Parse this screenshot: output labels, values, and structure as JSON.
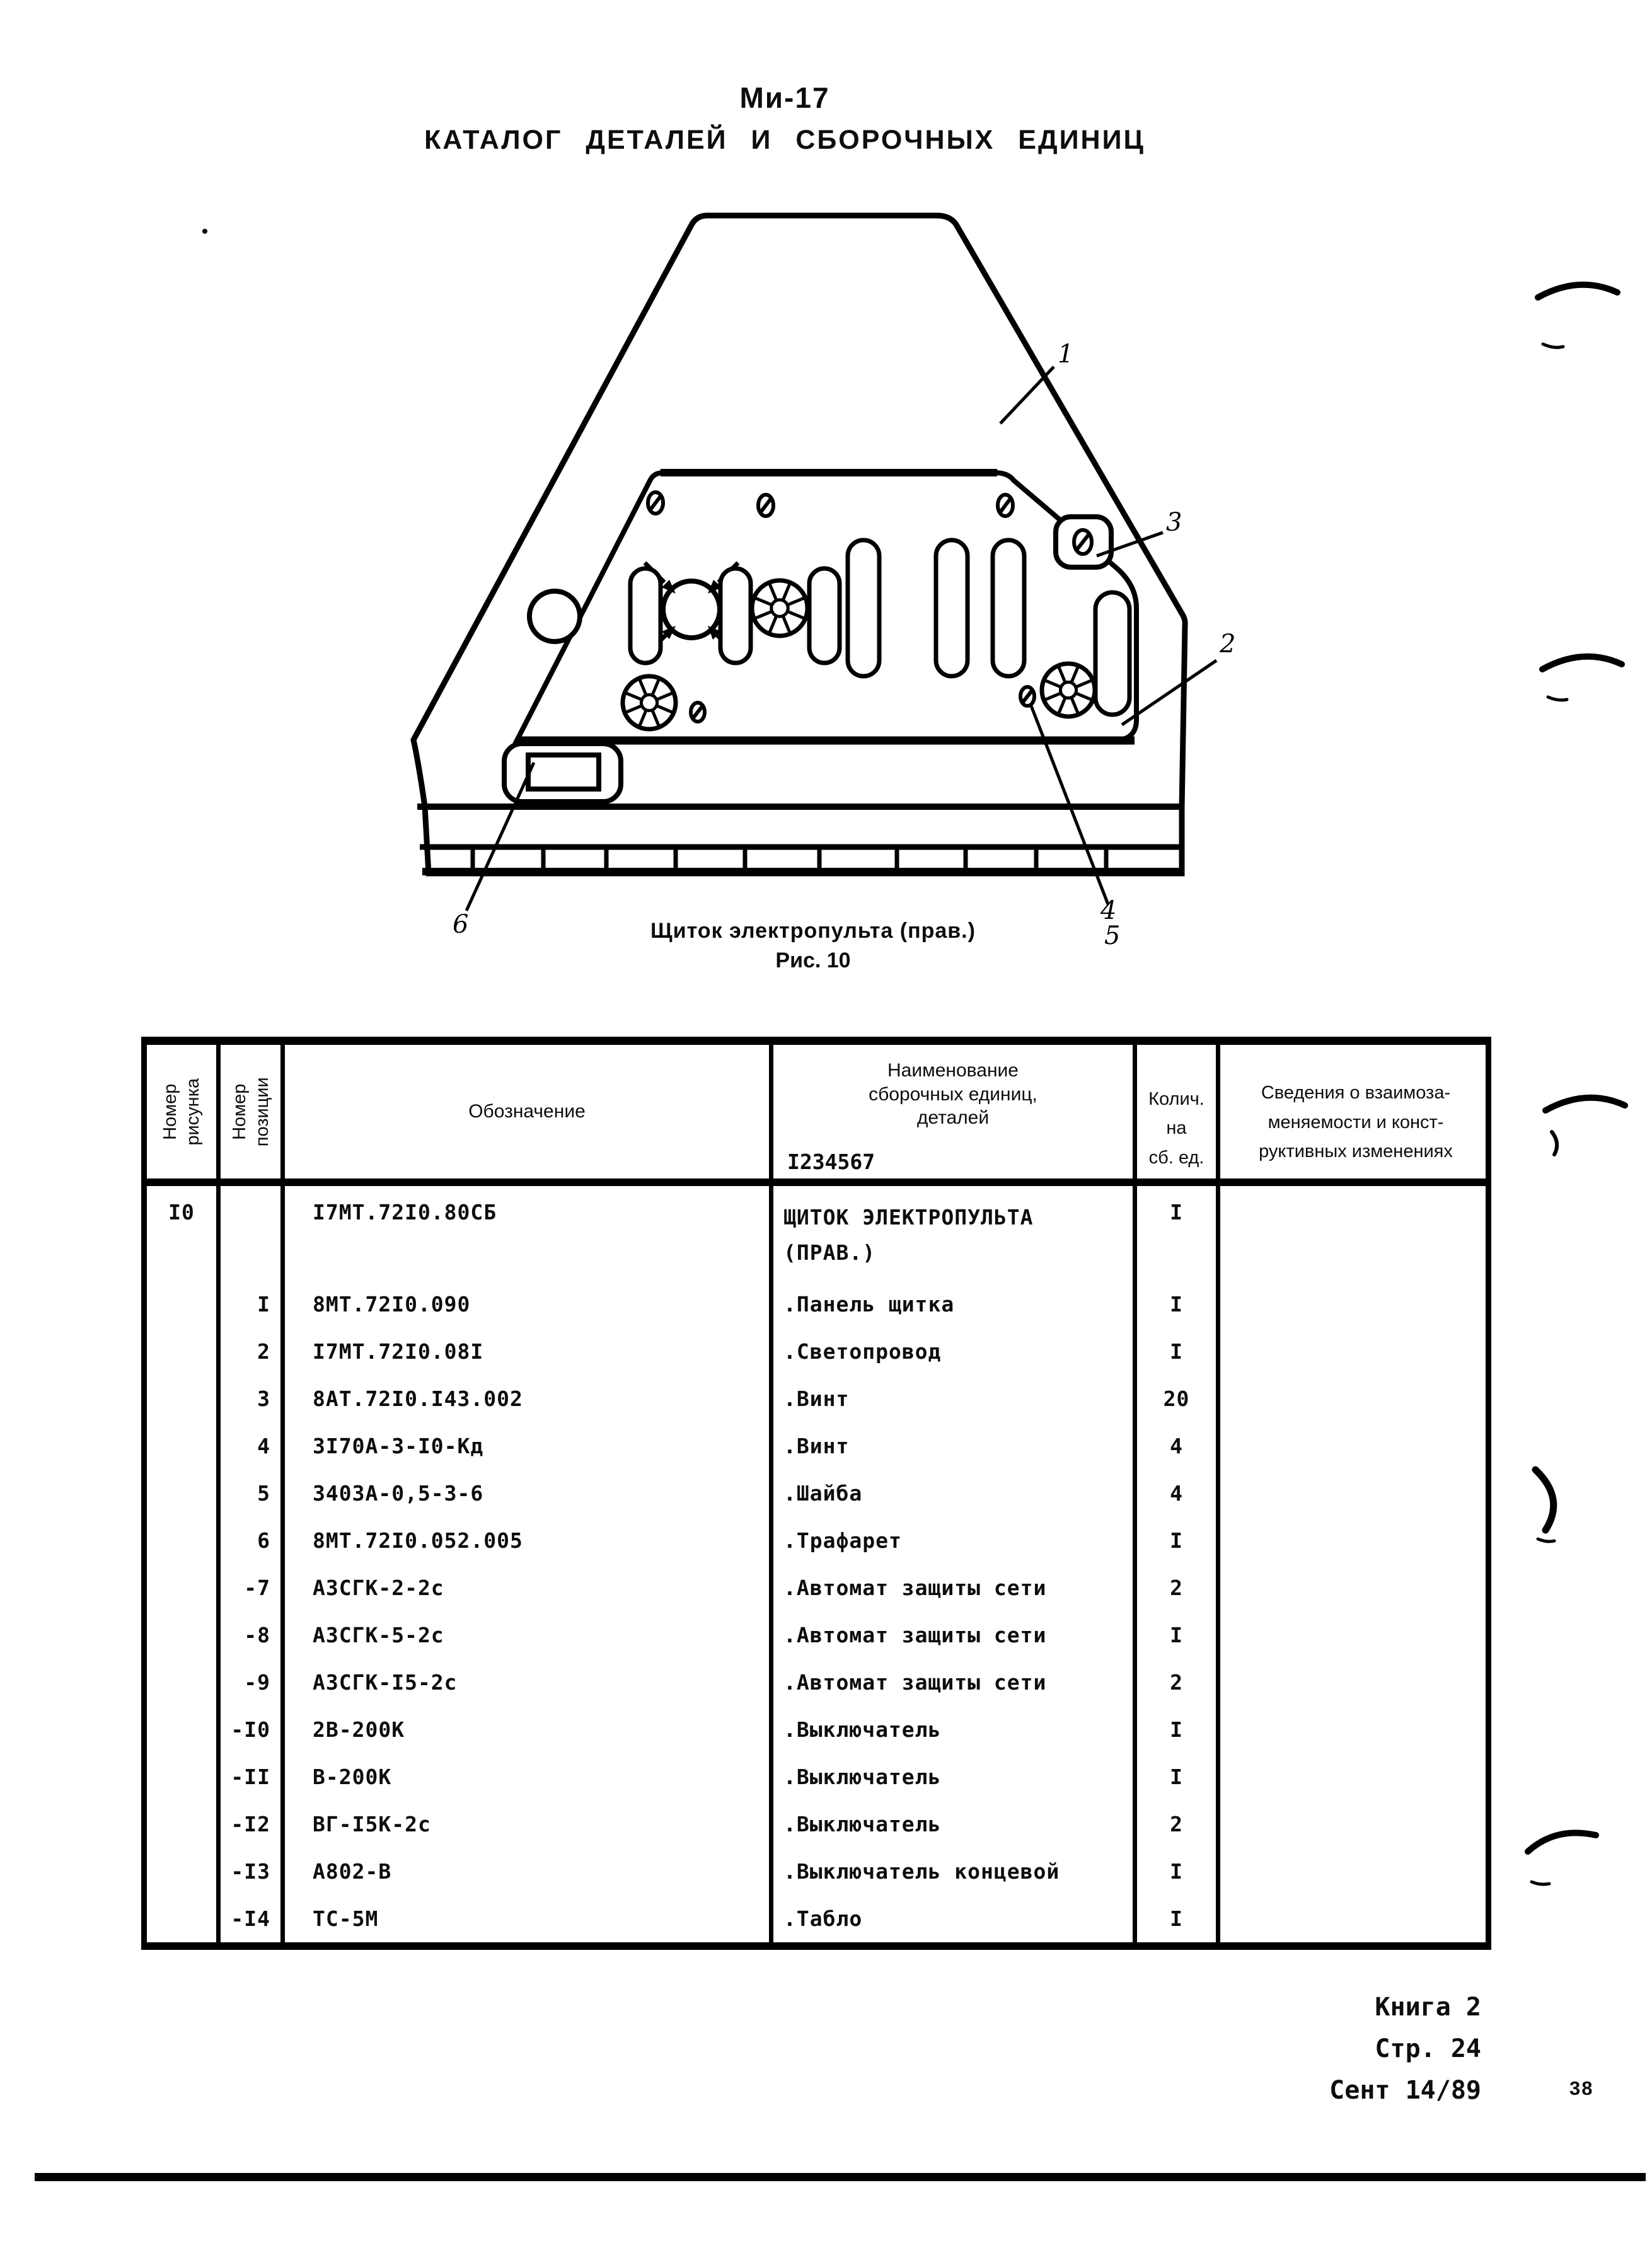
{
  "page": {
    "model": "Ми-17",
    "catalog_title": "КАТАЛОГ ДЕТАЛЕЙ И СБОРОЧНЫХ ЕДИНИЦ"
  },
  "figure": {
    "caption": "Щиток электропульта (прав.)",
    "label": "Рис. 10",
    "callouts": [
      "1",
      "2",
      "3",
      "4",
      "5",
      "6"
    ]
  },
  "table": {
    "headers": {
      "col_fig_line1": "Номер",
      "col_fig_line2": "рисунка",
      "col_pos_line1": "Номер",
      "col_pos_line2": "позиции",
      "col_designation": "Обозначение",
      "col_name_line1": "Наименование",
      "col_name_line2": "сборочных единиц,",
      "col_name_line3": "деталей",
      "col_name_code": "I234567",
      "col_qty_line1": "Колич.",
      "col_qty_line2": "на",
      "col_qty_line3": "сб. ед.",
      "col_notes_line1": "Сведения о взаимоза-",
      "col_notes_line2": "меняемости и конст-",
      "col_notes_line3": "руктивных изменениях"
    },
    "rows": [
      {
        "fig": "I0",
        "pos": "",
        "designation": "I7МТ.72I0.80СБ",
        "name": "ЩИТОК ЭЛЕКТРОПУЛЬТА",
        "name2": "(ПРАВ.)",
        "qty": "I",
        "notes": ""
      },
      {
        "fig": "",
        "pos": "I",
        "designation": "8МТ.72I0.090",
        "name": ".Панель щитка",
        "name2": "",
        "qty": "I",
        "notes": ""
      },
      {
        "fig": "",
        "pos": "2",
        "designation": "I7МТ.72I0.08I",
        "name": ".Светопровод",
        "name2": "",
        "qty": "I",
        "notes": ""
      },
      {
        "fig": "",
        "pos": "3",
        "designation": "8АТ.72I0.I43.002",
        "name": ".Винт",
        "name2": "",
        "qty": "20",
        "notes": ""
      },
      {
        "fig": "",
        "pos": "4",
        "designation": "3I70А-3-I0-Кд",
        "name": ".Винт",
        "name2": "",
        "qty": "4",
        "notes": ""
      },
      {
        "fig": "",
        "pos": "5",
        "designation": "3403А-0,5-3-6",
        "name": ".Шайба",
        "name2": "",
        "qty": "4",
        "notes": ""
      },
      {
        "fig": "",
        "pos": "6",
        "designation": "8МТ.72I0.052.005",
        "name": ".Трафарет",
        "name2": "",
        "qty": "I",
        "notes": ""
      },
      {
        "fig": "",
        "pos": "-7",
        "designation": "АЗСГК-2-2с",
        "name": ".Автомат защиты сети",
        "name2": "",
        "qty": "2",
        "notes": ""
      },
      {
        "fig": "",
        "pos": "-8",
        "designation": "АЗСГК-5-2с",
        "name": ".Автомат защиты сети",
        "name2": "",
        "qty": "I",
        "notes": ""
      },
      {
        "fig": "",
        "pos": "-9",
        "designation": "АЗСГК-I5-2с",
        "name": ".Автомат защиты сети",
        "name2": "",
        "qty": "2",
        "notes": ""
      },
      {
        "fig": "",
        "pos": "-I0",
        "designation": "2В-200К",
        "name": ".Выключатель",
        "name2": "",
        "qty": "I",
        "notes": ""
      },
      {
        "fig": "",
        "pos": "-II",
        "designation": "В-200К",
        "name": ".Выключатель",
        "name2": "",
        "qty": "I",
        "notes": ""
      },
      {
        "fig": "",
        "pos": "-I2",
        "designation": "ВГ-I5К-2с",
        "name": ".Выключатель",
        "name2": "",
        "qty": "2",
        "notes": ""
      },
      {
        "fig": "",
        "pos": "-I3",
        "designation": "А802-В",
        "name": ".Выключатель концевой",
        "name2": "",
        "qty": "I",
        "notes": ""
      },
      {
        "fig": "",
        "pos": "-I4",
        "designation": "ТС-5М",
        "name": ".Табло",
        "name2": "",
        "qty": "I",
        "notes": ""
      }
    ]
  },
  "footer": {
    "book": "Книга 2",
    "page": "Стр. 24",
    "date": "Сент 14/89",
    "sheet_number": "38"
  }
}
